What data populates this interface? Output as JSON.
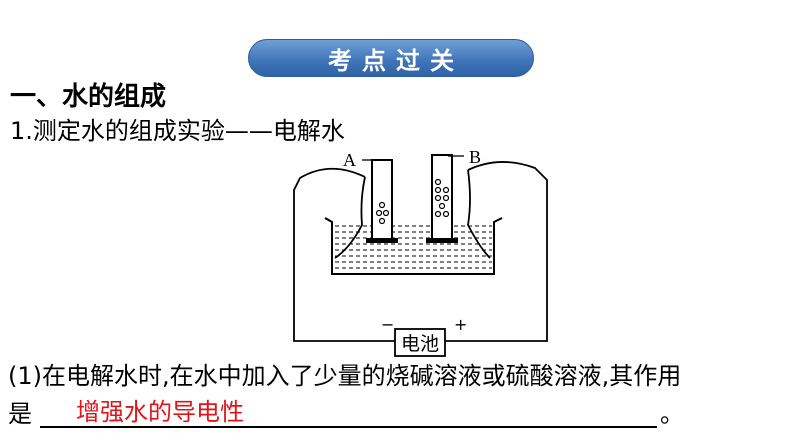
{
  "banner": {
    "text": "考点过关"
  },
  "section": {
    "heading": "一、水的组成"
  },
  "item": {
    "title": "1.测定水的组成实验——电解水"
  },
  "diagram": {
    "label_a": "A",
    "label_b": "B",
    "minus": "−",
    "plus": "+",
    "battery": "电池"
  },
  "question": {
    "text": "(1)在电解水时,在水中加入了少量的烧碱溶液或硫酸溶液,其作用",
    "prefix": "是",
    "answer": "增强水的导电性",
    "suffix": "。"
  }
}
